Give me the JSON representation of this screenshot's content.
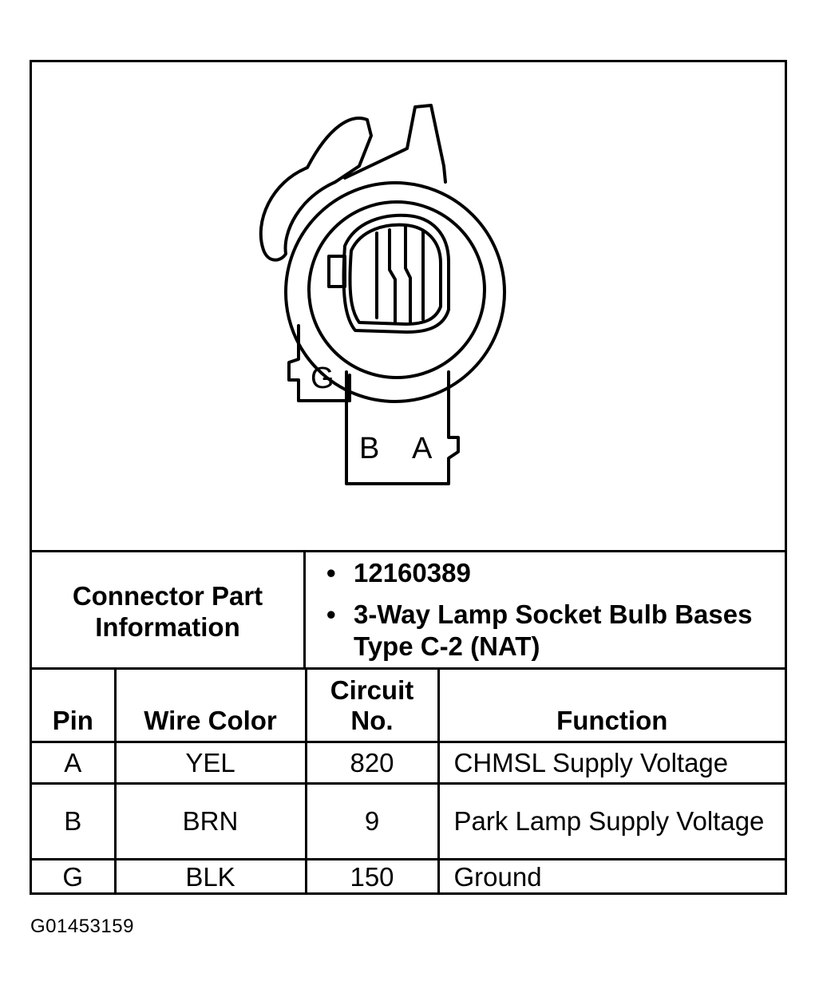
{
  "diagram": {
    "pin_labels": [
      "G",
      "B",
      "A"
    ]
  },
  "connector_info": {
    "label": "Connector Part Information",
    "items": [
      "12160389",
      "3-Way Lamp Socket Bulb Bases Type C-2 (NAT)"
    ]
  },
  "pin_table": {
    "headers": [
      "Pin",
      "Wire Color",
      "Circuit No.",
      "Function"
    ],
    "rows": [
      {
        "pin": "A",
        "wire_color": "YEL",
        "circuit": "820",
        "function": "CHMSL Supply Voltage"
      },
      {
        "pin": "B",
        "wire_color": "BRN",
        "circuit": "9",
        "function": "Park Lamp Supply Voltage"
      },
      {
        "pin": "G",
        "wire_color": "BLK",
        "circuit": "150",
        "function": "Ground"
      }
    ]
  },
  "figure_id": "G01453159"
}
